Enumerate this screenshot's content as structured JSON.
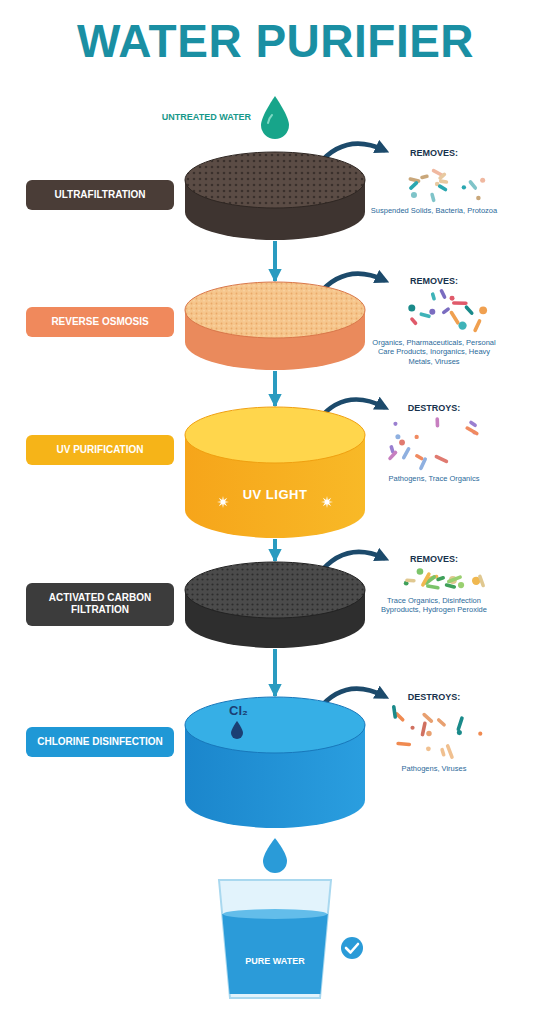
{
  "diagram": {
    "title": "WATER PURIFIER",
    "nodes": [
      {
        "text": [
          "UNTREATED WATER"
        ]
      },
      {
        "text": [
          "ULTRAFILTRATION"
        ]
      },
      {
        "text": [
          "REVERSE OSMOSIS"
        ]
      },
      {
        "text": [
          "UV PURIFICATION",
          "UV LIGHT"
        ]
      },
      {
        "text": [
          "ACTIVATED CARBON FILTRATION"
        ]
      },
      {
        "text": [
          "CHLORINE DISINFECTION",
          "Cl₂"
        ]
      },
      {
        "text": [
          "PURE WATER"
        ]
      }
    ],
    "edges": [
      {
        "from": 1,
        "to": 2,
        "arrow": "to"
      },
      {
        "from": 2,
        "to": 3,
        "arrow": "to"
      },
      {
        "from": 3,
        "to": 4,
        "arrow": "to"
      },
      {
        "from": 4,
        "to": 5,
        "arrow": "to"
      }
    ],
    "labels": [
      "REMOVES:",
      "Suspended Solids, Bacteria, Protozoa",
      "REMOVES:",
      "Organics, Pharmaceuticals, Personal Care Products, Inorganics, Heavy Metals, Viruses",
      "DESTROYS:",
      "Pathogens, Trace Organics",
      "REMOVES:",
      "Trace Organics, Disinfection Byproducts, Hydrogen Peroxide",
      "DESTROYS:",
      "Pathogens, Viruses"
    ]
  }
}
